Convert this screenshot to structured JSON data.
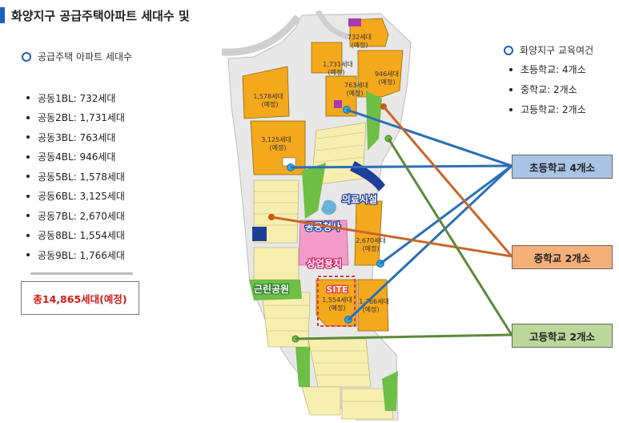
{
  "title": "화양지구 공급주택아파트 세대수 및",
  "left": {
    "heading": "공급주택 아파트 세대수",
    "items": [
      "공동1BL: 732세대",
      "공동2BL: 1,731세대",
      "공동3BL: 763세대",
      "공동4BL: 946세대",
      "공동5BL: 1,578세대",
      "공동6BL: 3,125세대",
      "공동7BL: 2,670세대",
      "공동8BL: 1,554세대",
      "공동9BL: 1,766세대"
    ],
    "total": "총14,865세대(예정)"
  },
  "right": {
    "heading": "화양지구 교육여건",
    "items": [
      "초등학교: 4개소",
      "중학교: 2개소",
      "고등학교: 2개소"
    ]
  },
  "boxes": {
    "elementary": "초등학교 4개소",
    "middle": "중학교 2개소",
    "high": "고등학교 2개소"
  },
  "map": {
    "block_labels": [
      {
        "line1": "732세대",
        "line2": "(예정)"
      },
      {
        "line1": "1,731세대",
        "line2": "(예정)"
      },
      {
        "line1": "946세대",
        "line2": "(예정)"
      },
      {
        "line1": "763세대",
        "line2": "(예정)"
      },
      {
        "line1": "1,578세대",
        "line2": "(예정)"
      },
      {
        "line1": "3,125세대",
        "line2": "(예정)"
      },
      {
        "line1": "2,670세대",
        "line2": "(예정)"
      },
      {
        "line1": "1,554세대",
        "line2": "(예정)"
      },
      {
        "line1": "1,766세대",
        "line2": "(예정)"
      }
    ],
    "area_labels": {
      "medical": "의료시설",
      "public_office": "공공청사",
      "commercial": "상업용지",
      "park": "근린공원",
      "site": "SITE"
    }
  },
  "colors": {
    "elementary_line": "#2b6fb6",
    "middle_line": "#c8662a",
    "high_line": "#5a8a3a",
    "elementary_box": "#a9c4e4",
    "middle_box": "#f5b07a",
    "high_box": "#bcd79a",
    "title_accent": "#1f5fbf",
    "total_text": "#d21a1a"
  }
}
